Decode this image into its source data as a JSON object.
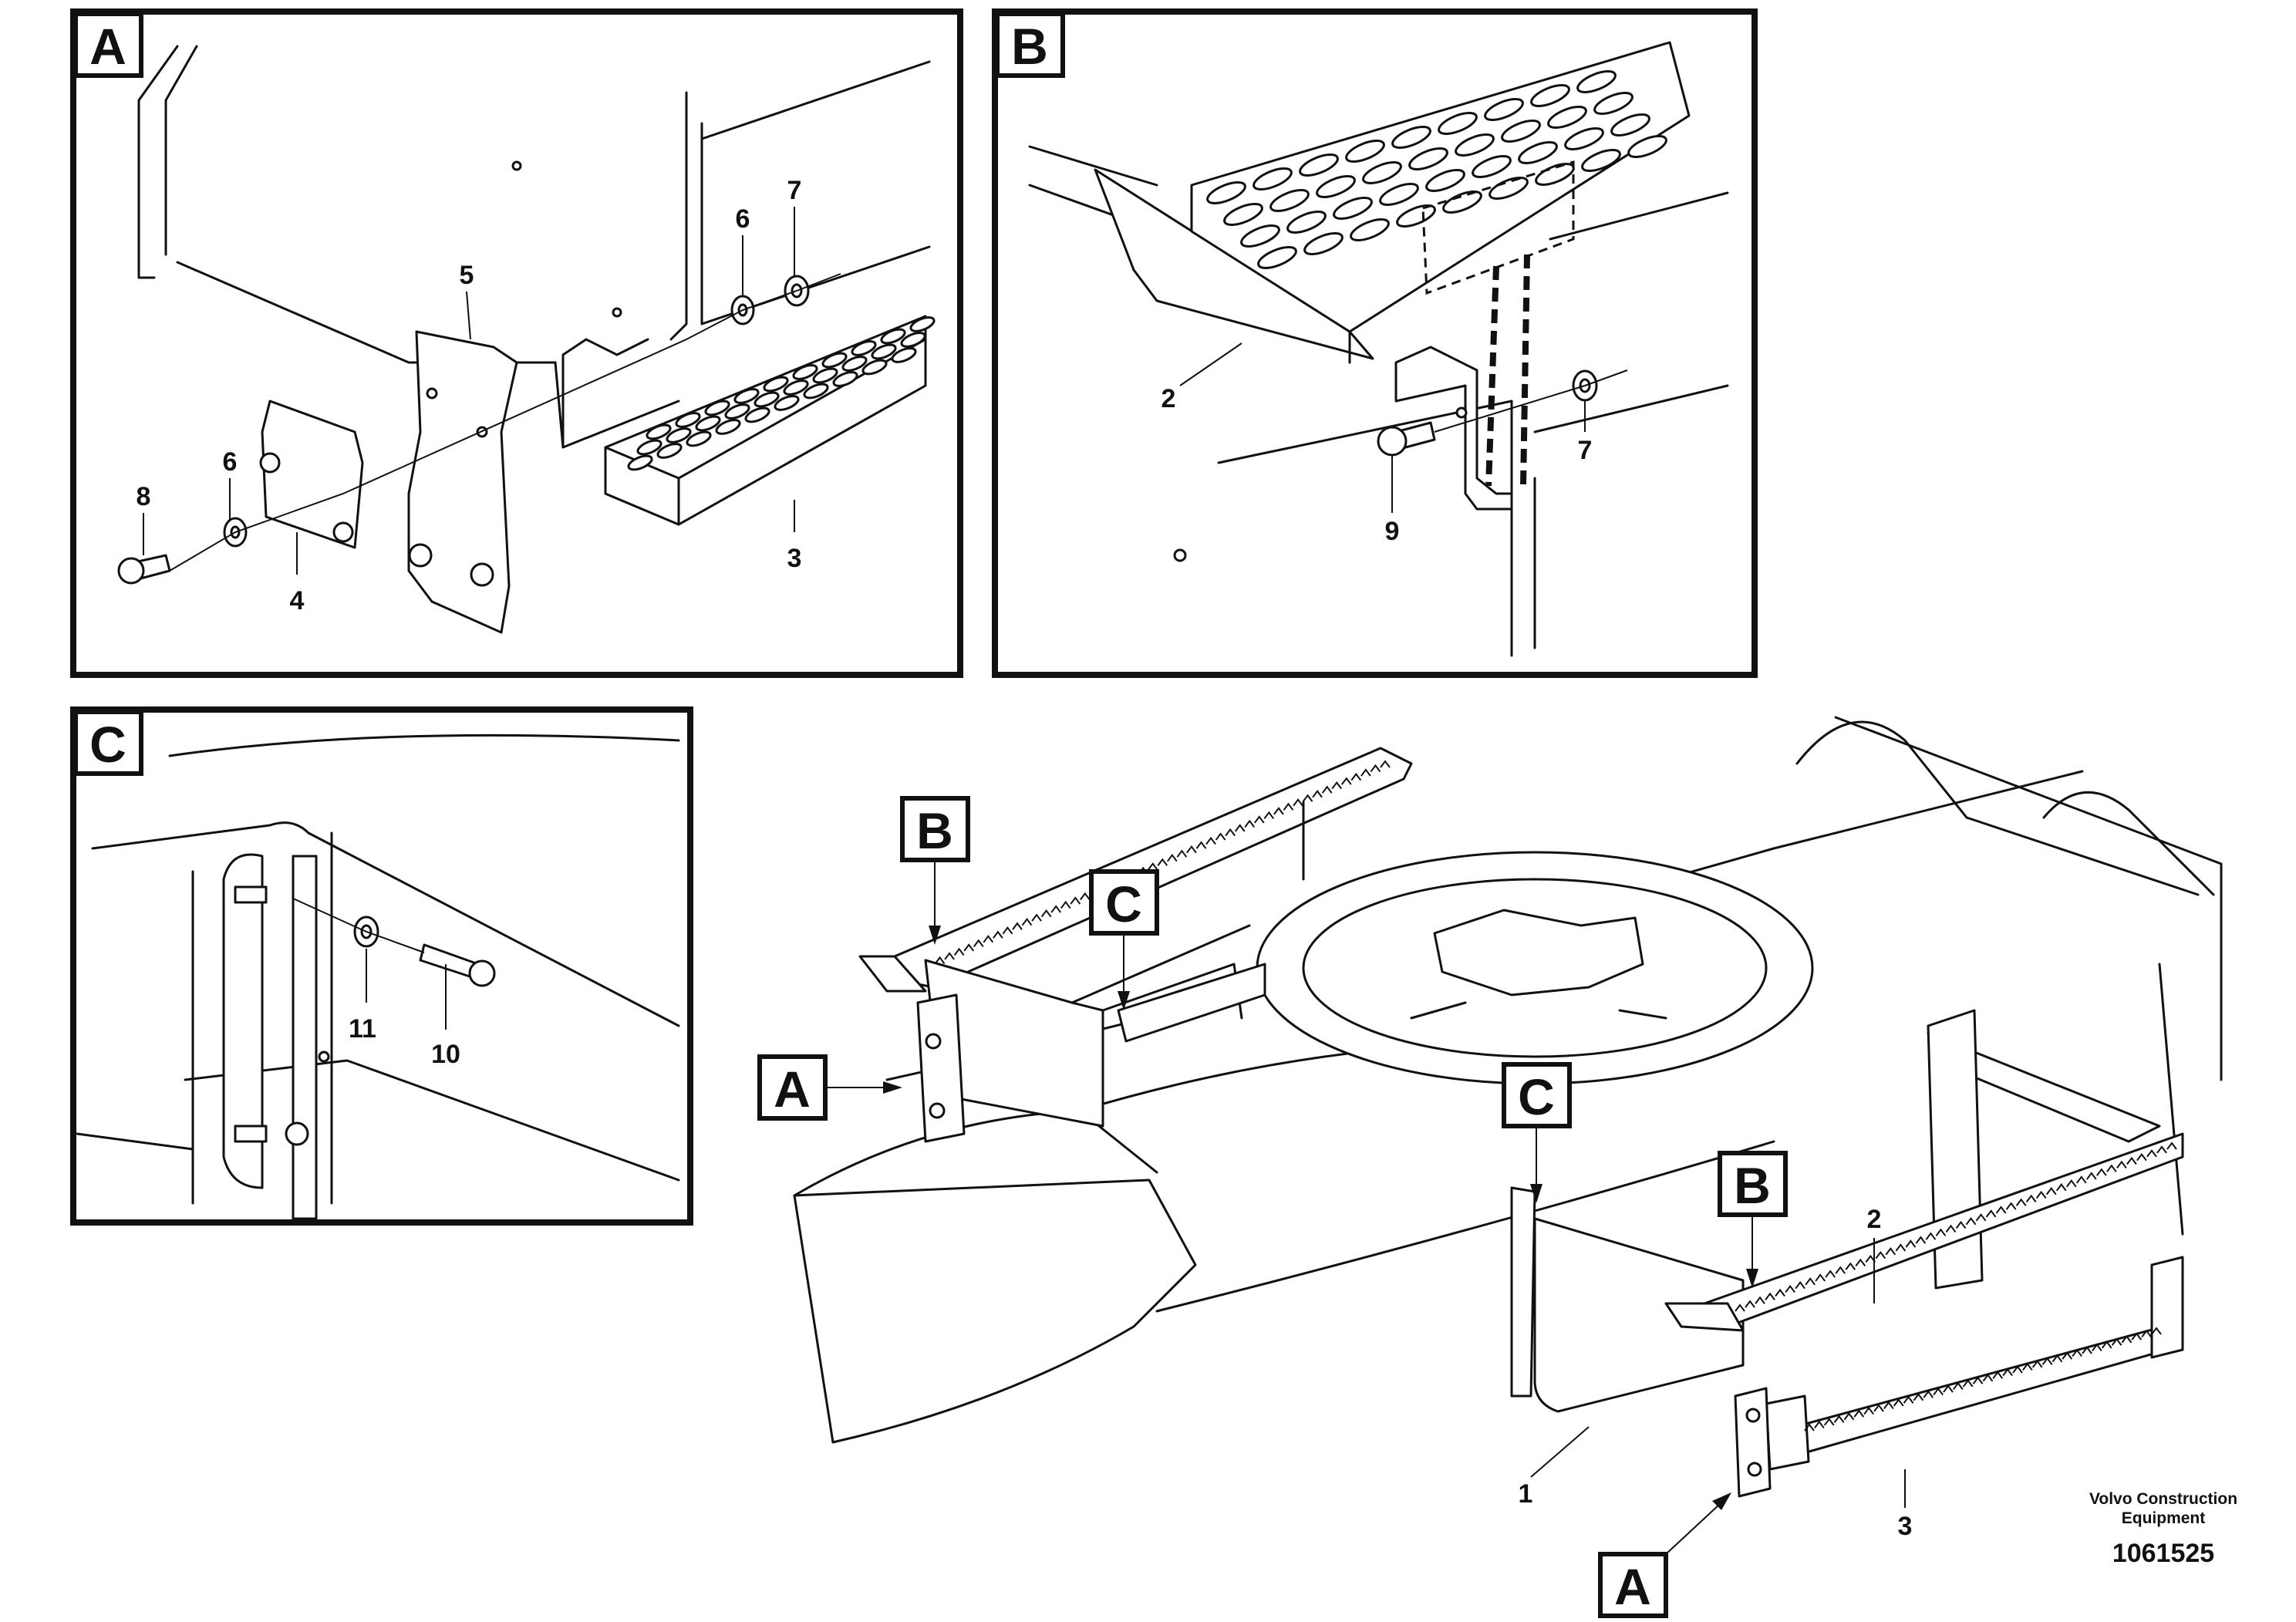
{
  "panels": {
    "a": {
      "tag": "A"
    },
    "b": {
      "tag": "B"
    },
    "c": {
      "tag": "C"
    }
  },
  "callouts": {
    "a_8": "8",
    "a_6_left": "6",
    "a_4": "4",
    "a_5": "5",
    "a_6_right": "6",
    "a_7": "7",
    "a_3": "3",
    "b_2": "2",
    "b_9": "9",
    "b_7": "7",
    "c_11": "11",
    "c_10": "10",
    "main_1": "1",
    "main_2": "2",
    "main_3": "3"
  },
  "main_tags": {
    "b_left": "B",
    "c_left": "C",
    "a_left": "A",
    "c_right": "C",
    "b_right": "B",
    "a_bottom": "A"
  },
  "footer": {
    "brand_line1": "Volvo Construction",
    "brand_line2": "Equipment",
    "doc_number": "1061525"
  }
}
